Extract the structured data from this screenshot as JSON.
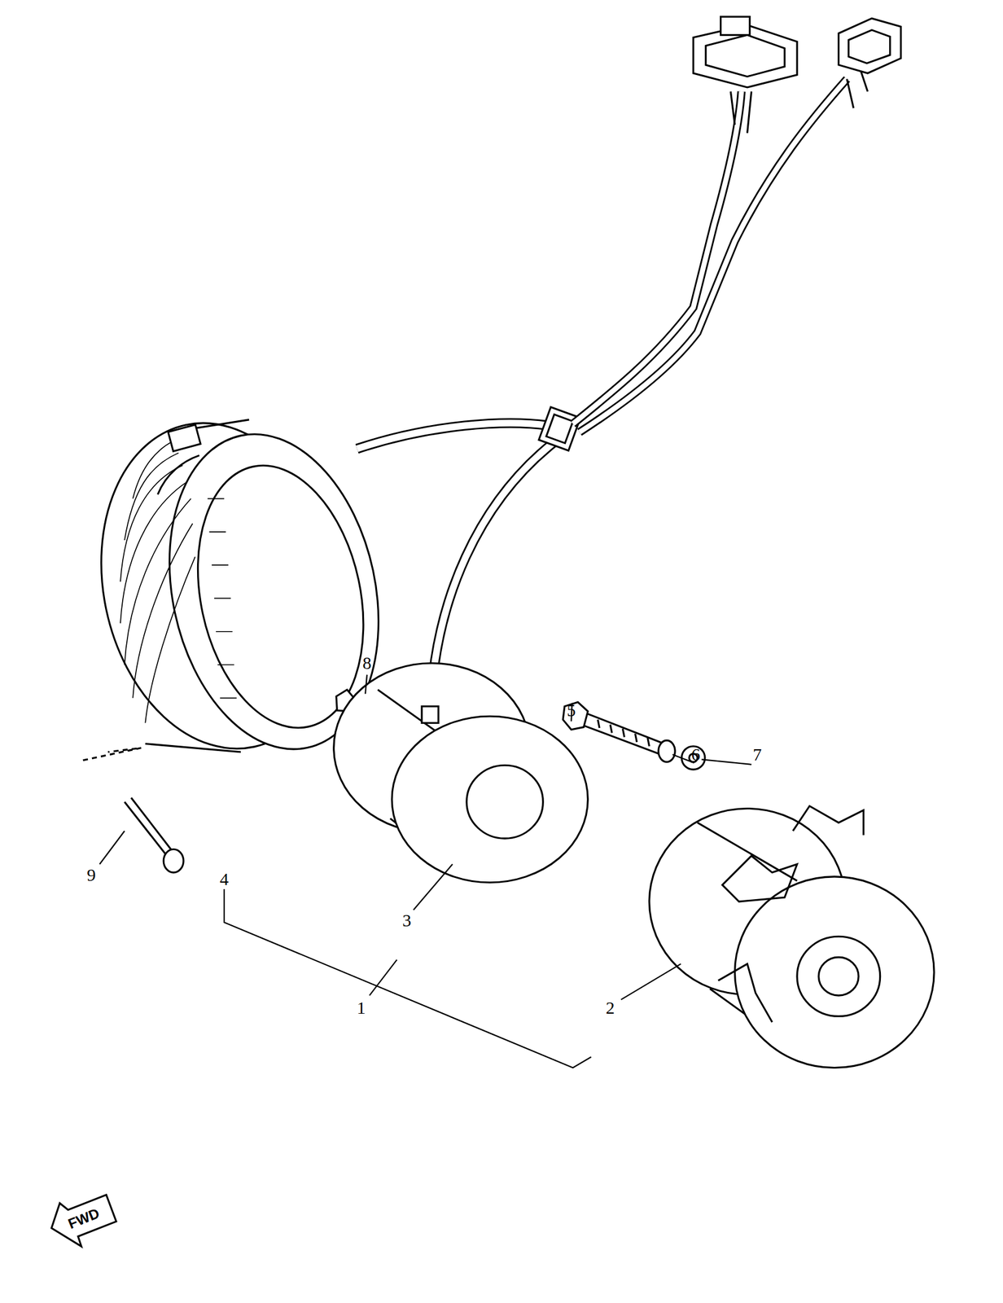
{
  "diagram": {
    "labels": [
      "8",
      "5",
      "6",
      "7",
      "9",
      "4",
      "3",
      "1",
      "2",
      "FWD"
    ]
  }
}
